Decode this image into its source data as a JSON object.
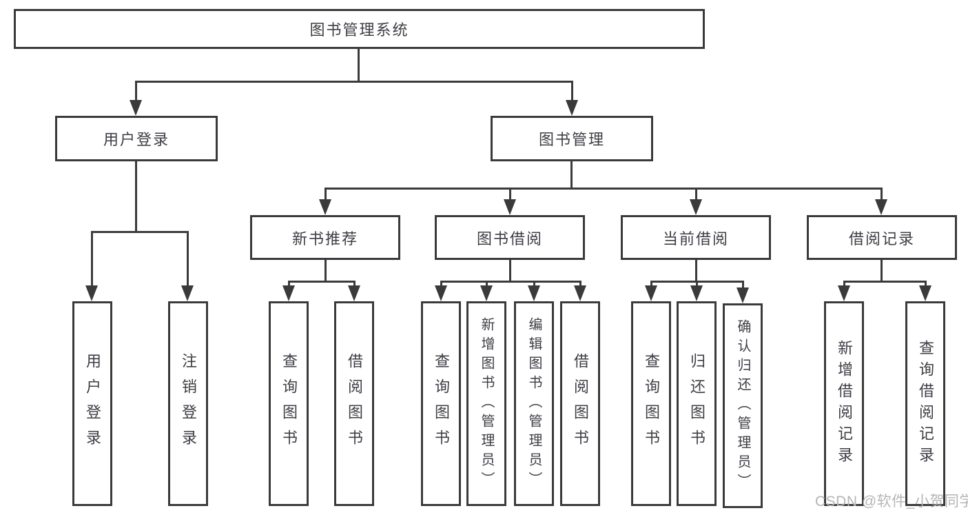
{
  "diagram": {
    "type": "hierarchy-tree",
    "root": {
      "label": "图书管理系统",
      "children": [
        {
          "label": "用户登录",
          "children": [
            {
              "label": "用户登录"
            },
            {
              "label": "注销登录"
            }
          ]
        },
        {
          "label": "图书管理",
          "children": [
            {
              "label": "新书推荐",
              "children": [
                {
                  "label": "查询图书"
                },
                {
                  "label": "借阅图书"
                }
              ]
            },
            {
              "label": "图书借阅",
              "children": [
                {
                  "label": "查询图书"
                },
                {
                  "label": "新增图书（管理员）"
                },
                {
                  "label": "编辑图书（管理员）"
                },
                {
                  "label": "借阅图书"
                }
              ]
            },
            {
              "label": "当前借阅",
              "children": [
                {
                  "label": "查询图书"
                },
                {
                  "label": "归还图书"
                },
                {
                  "label": "确认归还（管理员）"
                }
              ]
            },
            {
              "label": "借阅记录",
              "children": [
                {
                  "label": "新增借阅记录"
                },
                {
                  "label": "查询借阅记录"
                }
              ]
            }
          ]
        }
      ]
    }
  },
  "watermark": {
    "text": "CSDN @软件_小贺同学"
  },
  "colors": {
    "background": "#ffffff",
    "box_border": "#3a3a3a",
    "connector": "#3a3a3a",
    "text": "#3d3d44",
    "watermark": "#b5b5b5"
  }
}
